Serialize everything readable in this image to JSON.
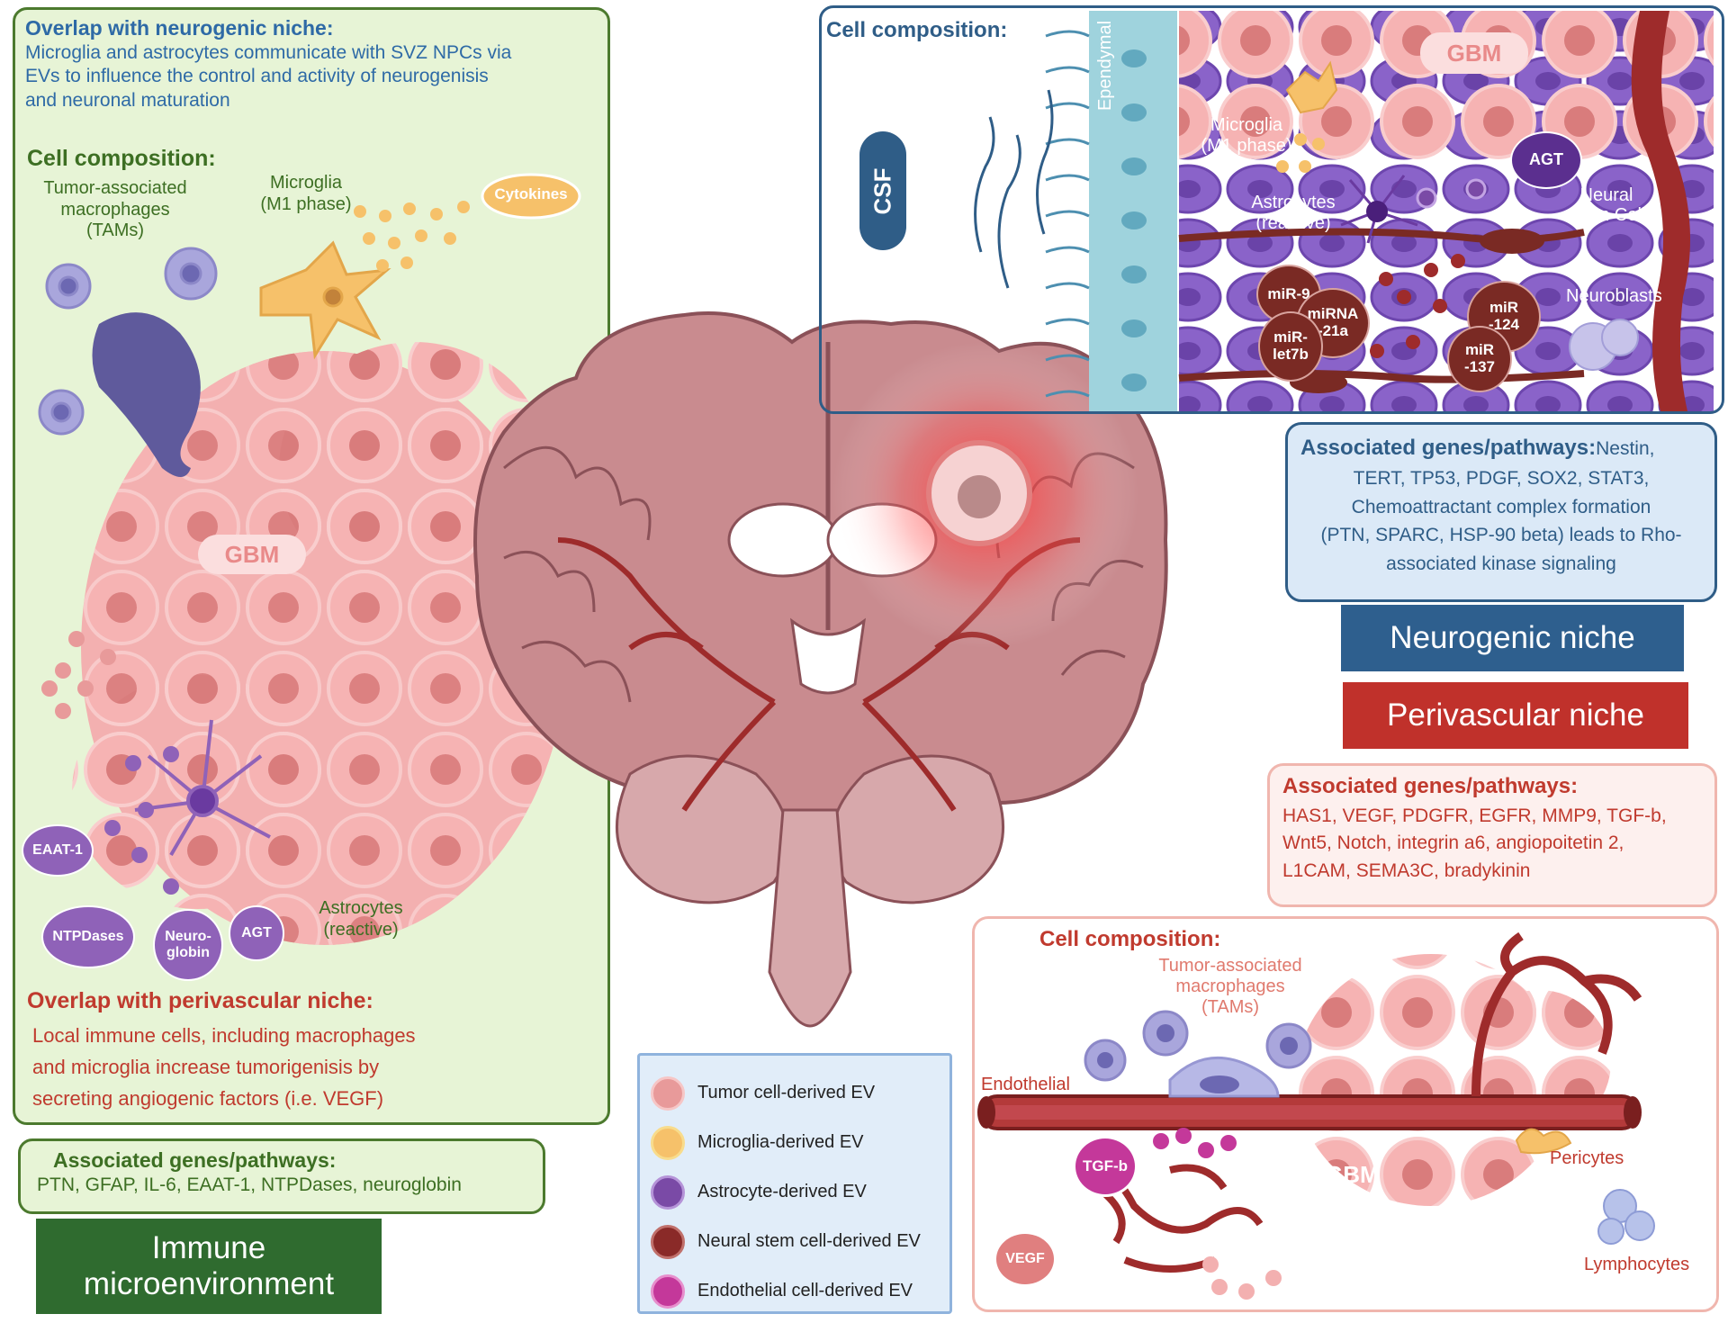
{
  "immune": {
    "overlap_neuro_title": "Overlap with neurogenic niche:",
    "overlap_neuro_lines": [
      "Microglia and astrocytes communicate with SVZ NPCs via",
      "EVs to influence the control and activity of neurogenisis",
      "and neuronal maturation"
    ],
    "cell_comp_title": "Cell composition:",
    "tam_label": [
      "Tumor-associated",
      "macrophages",
      "(TAMs)"
    ],
    "microglia_label": [
      "Microglia",
      "(M1 phase)"
    ],
    "cytokines": "Cytokines",
    "gbm": "GBM",
    "astro_label": [
      "Astrocytes",
      "(reactive)"
    ],
    "pills": {
      "eaat1": "EAAT-1",
      "ntpdases": "NTPDases",
      "neuroglobin": [
        "Neuro-",
        "globin"
      ],
      "agt": "AGT"
    },
    "overlap_pv_title": "Overlap with perivascular niche:",
    "overlap_pv_lines": [
      "Local immune cells, including macrophages",
      "and microglia increase tumorigenisis by",
      "secreting angiogenic factors (i.e. VEGF)"
    ],
    "genes_title": "Associated genes/pathways:",
    "genes_text": "PTN, GFAP, IL-6, EAAT-1, NTPDases, neuroglobin",
    "section_title": [
      "Immune",
      "microenvironment"
    ]
  },
  "neurogenic": {
    "cell_comp_title": "Cell composition:",
    "csf": "CSF",
    "ependymal": "Ependymal",
    "gbm": "GBM",
    "microglia_label": [
      "Microglia",
      "(M1 phase)"
    ],
    "astro_label": [
      "Astrocytes",
      "(reactive)"
    ],
    "agt": "AGT",
    "nsc_label": [
      "Neural",
      "Stem Cell"
    ],
    "neuroblasts": "Neuroblasts",
    "mirnas": {
      "mir9": "miR-9",
      "mir21a": [
        "miRNA",
        "-21a"
      ],
      "let7b": [
        "miR-",
        "let7b"
      ],
      "mir124": [
        "miR",
        "-124"
      ],
      "mir137": [
        "miR",
        "-137"
      ]
    },
    "genes_title": "Associated genes/pathways:",
    "genes_first": "Nestin,",
    "genes_lines": [
      "TERT,  TP53,  PDGF, SOX2, STAT3,",
      "Chemoattractant complex formation",
      "(PTN, SPARC, HSP-90 beta) leads to Rho-",
      "associated kinase signaling"
    ],
    "section_title": "Neurogenic niche"
  },
  "perivascular": {
    "section_title": "Perivascular niche",
    "genes_title": "Associated genes/pathways:",
    "genes_lines": [
      "HAS1, VEGF, PDGFR, EGFR, MMP9, TGF-b,",
      "Wnt5, Notch, integrin a6, angiopoitetin 2,",
      "L1CAM, SEMA3C, bradykinin"
    ],
    "cell_comp_title": "Cell composition:",
    "tam_label": [
      "Tumor-associated",
      "macrophages",
      "(TAMs)"
    ],
    "endothelial": "Endothelial",
    "tgfb": "TGF-b",
    "gbm": "GBM",
    "pericytes": "Pericytes",
    "vegf": "VEGF",
    "lymphocytes": "Lymphocytes"
  },
  "legend": {
    "items": [
      {
        "label": "Tumor cell-derived EV",
        "fill": "#e89a9a",
        "stroke": "#f6c6c6"
      },
      {
        "label": "Microglia-derived EV",
        "fill": "#f6c16a",
        "stroke": "#f8dc8c"
      },
      {
        "label": "Astrocyte-derived EV",
        "fill": "#7a4aa6",
        "stroke": "#b593d8"
      },
      {
        "label": "Neural stem cell-derived EV",
        "fill": "#8a2a28",
        "stroke": "#c0706b"
      },
      {
        "label": "Endothelial cell-derived EV",
        "fill": "#c4389a",
        "stroke": "#e78fcd"
      }
    ]
  },
  "colors": {
    "immune_green": "#2f6b2f",
    "neurogenic_blue": "#2e5f8e",
    "perivascular_red": "#c0312b",
    "tumor_pink": "#f2a9a9",
    "vessel_red": "#9e2b2b"
  }
}
